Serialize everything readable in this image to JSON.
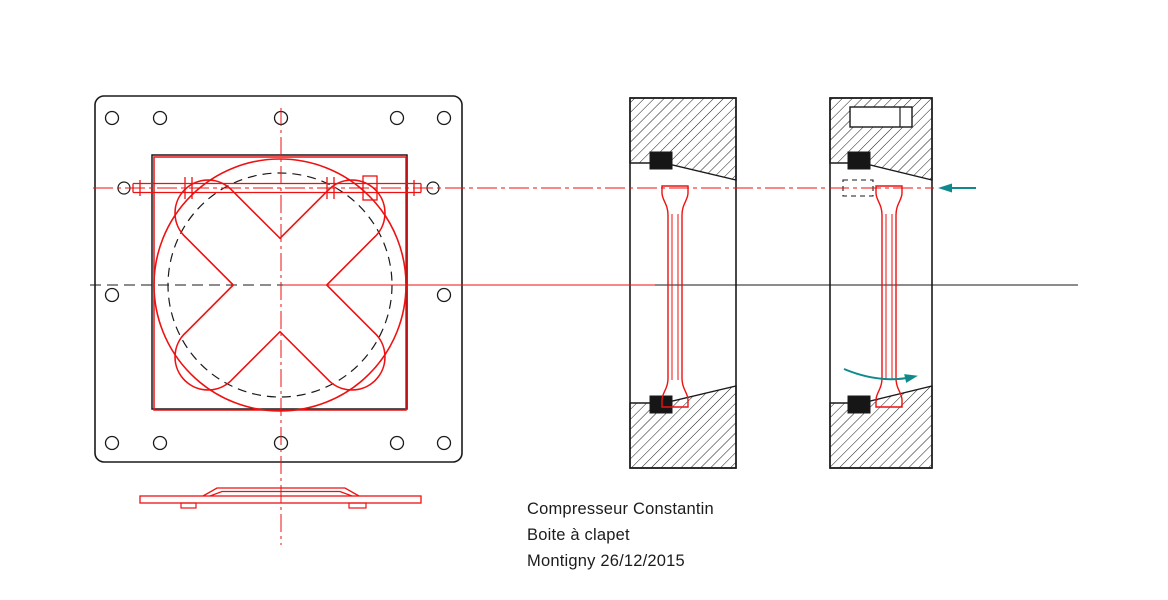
{
  "drawing": {
    "title_block": {
      "line1": "Compresseur Constantin",
      "line2": "Boite à clapet",
      "line3": "Montigny 26/12/2015"
    },
    "colors": {
      "part_red": "#ee1111",
      "flow_teal": "#0e8a8d",
      "line_black": "#1a1a1a",
      "background": "#ffffff"
    }
  }
}
